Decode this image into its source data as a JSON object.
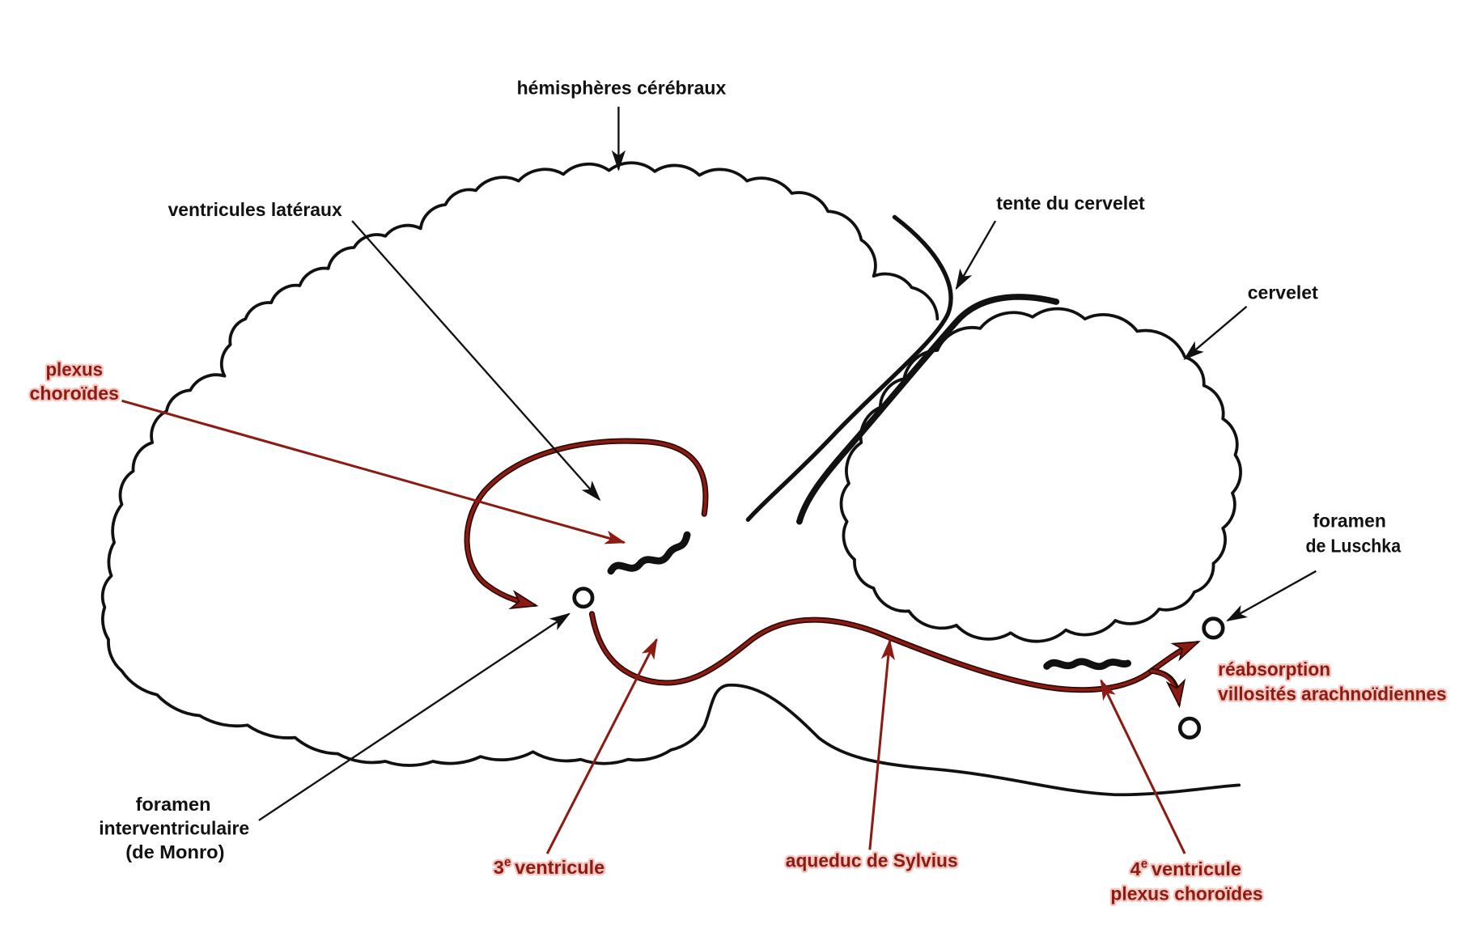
{
  "colors": {
    "background": "#ffffff",
    "ink": "#111111",
    "accent": "#8c1c13",
    "halo": "#f4c7c1"
  },
  "labels": {
    "hemispheres": "hémisphères cérébraux",
    "lateral_ventricles": "ventricules latéraux",
    "tentorium": "tente du cervelet",
    "cerebellum": "cervelet",
    "choroid_plexus": [
      "plexus",
      "choroïdes"
    ],
    "foramen_luschka": [
      "foramen",
      "de Luschka"
    ],
    "reabsorption": [
      "réabsorption",
      "villosités arachnoïdiennes"
    ],
    "foramen_monro": [
      "foramen",
      "interventriculaire",
      "(de Monro)"
    ],
    "third_ventricle": {
      "number": "3",
      "superscript": "e",
      "text": "ventricule"
    },
    "aqueduct": "aqueduc de Sylvius",
    "fourth_ventricle": {
      "number": "4",
      "superscript": "e",
      "text": "ventricule",
      "line2": "plexus choroïdes"
    }
  }
}
